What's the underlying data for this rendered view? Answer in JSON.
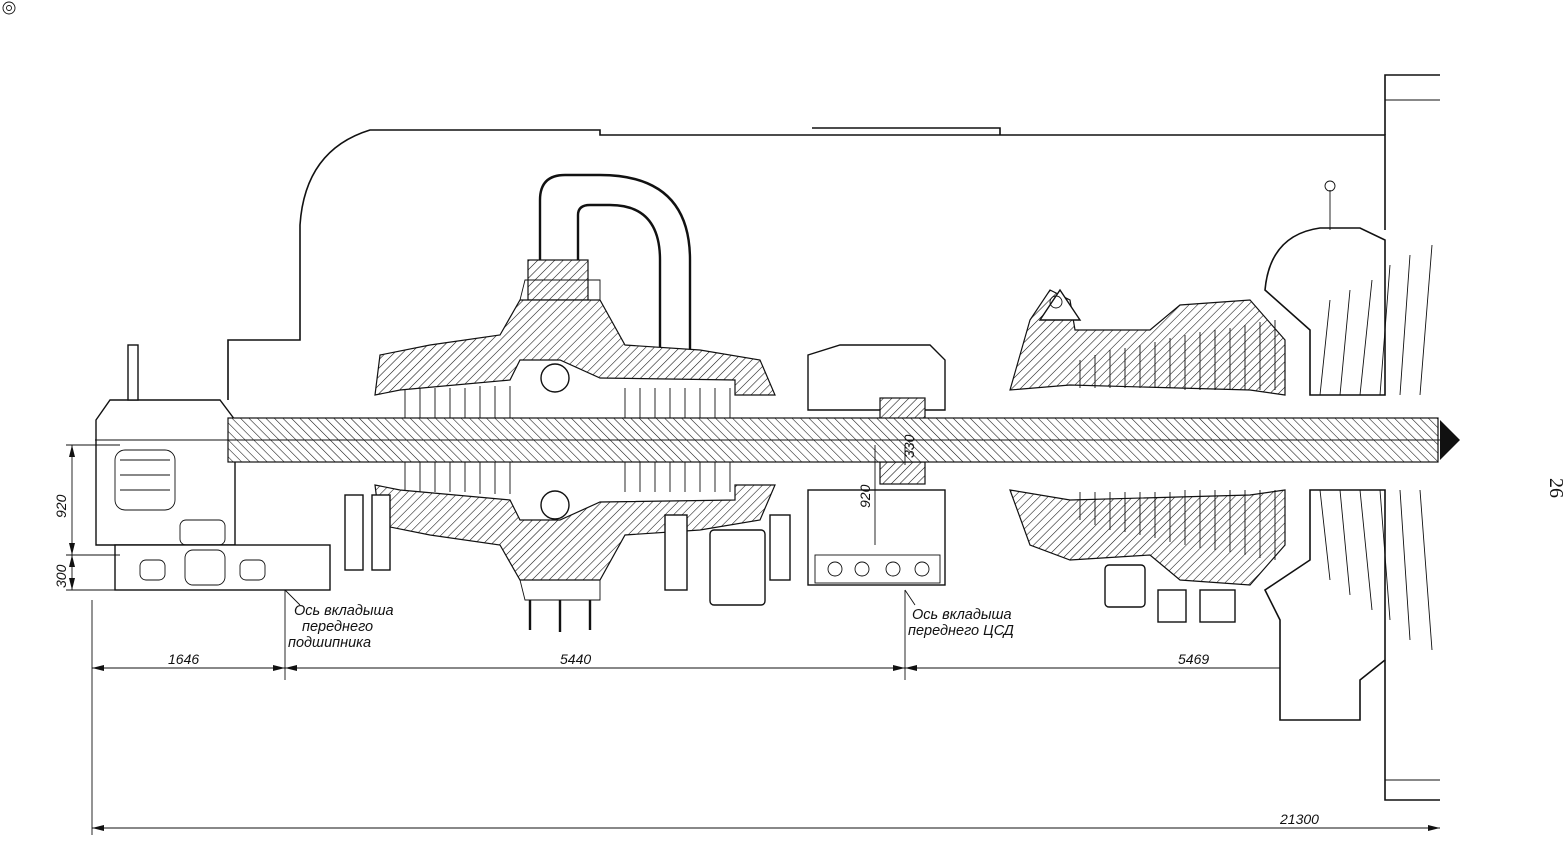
{
  "drawing": {
    "page_number": "26",
    "dimensions": {
      "front_offset": "1646",
      "bearing_span": "5440",
      "rear_span": "5469",
      "overall_length": "21300",
      "shaft_height": "920",
      "base_height": "300",
      "center_height": "920",
      "shaft_clearance": "330"
    },
    "notes": {
      "front_bearing_axis": [
        "Ось вкладыша",
        "переднего",
        "подшипника"
      ],
      "ipc_bearing_axis": [
        "Ось вкладыша",
        "переднего ЦСД"
      ]
    }
  }
}
